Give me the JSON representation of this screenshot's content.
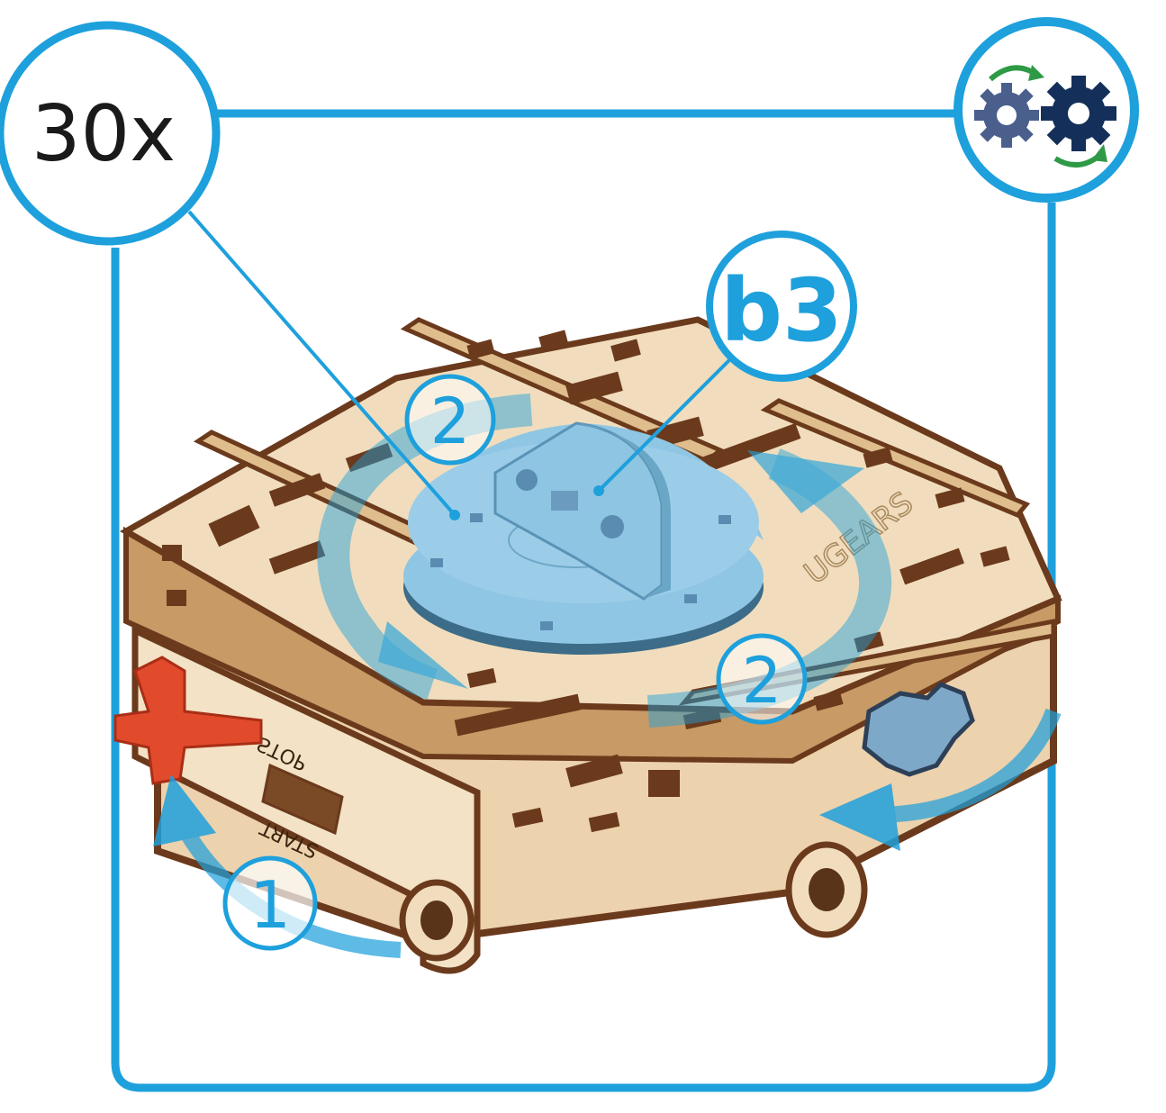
{
  "callouts": {
    "quantity": "30x",
    "part_id": "b3",
    "step_1": "1",
    "step_2a": "2",
    "step_2b": "2"
  },
  "engraving": {
    "stop": "STOP",
    "start": "START",
    "brand": "UGEARS"
  },
  "icons": {
    "corner": "gears-rotation-icon"
  },
  "colors": {
    "accent": "#1ea0dc",
    "wood": "#f1ddbd",
    "wood_edge": "#6b3a1c",
    "part_highlight": "#8fc6e4",
    "red_part": "#e24a2c",
    "gear_dark": "#14305a",
    "gear_light": "#4a5f8c",
    "arrow_green": "#2f9a45"
  }
}
